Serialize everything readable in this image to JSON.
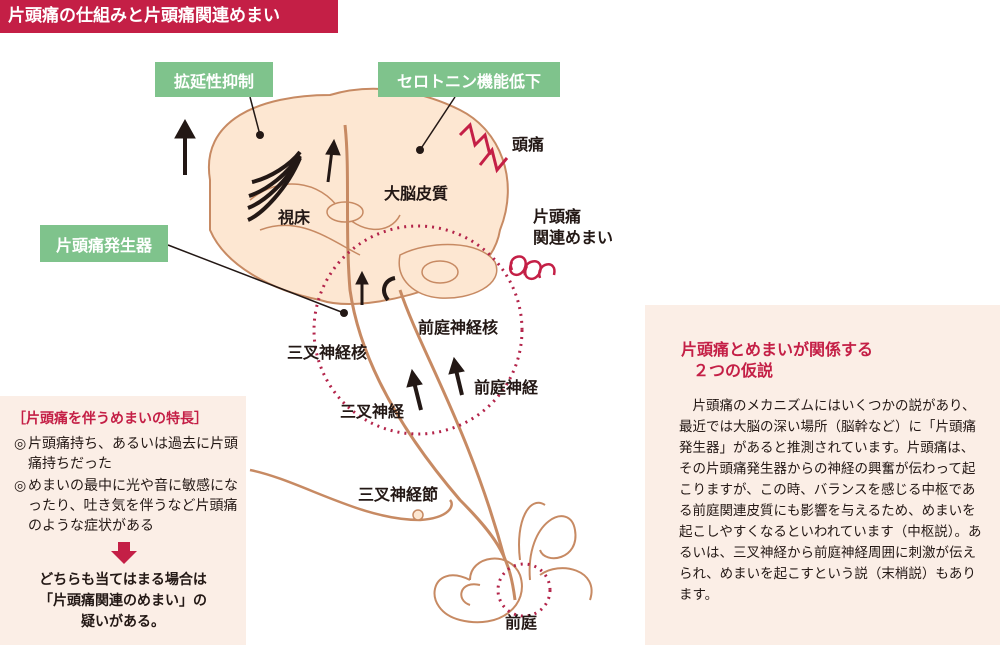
{
  "title": "片頭痛の仕組みと片頭痛関連めまい",
  "labels": {
    "dilation": "拡延性抑制",
    "serotonin": "セロトニン機能低下",
    "generator": "片頭痛発生器",
    "headache": "頭痛",
    "cortex": "大脳皮質",
    "thalamus": "視床",
    "mav_line1": "片頭痛",
    "mav_line2": "関連めまい",
    "vestibular_nucleus": "前庭神経核",
    "trigeminal_nucleus": "三叉神経核",
    "vestibular_nerve": "前庭神経",
    "trigeminal_nerve": "三叉神経",
    "trigeminal_ganglion": "三叉神経節",
    "vestibule": "前庭"
  },
  "features": {
    "header": "［片頭痛を伴うめまいの特長］",
    "items": [
      {
        "mark": "◎",
        "text": "片頭痛持ち、あるいは過去に片頭痛持ちだった"
      },
      {
        "mark": "◎",
        "text": "めまいの最中に光や音に敏感になったり、吐き気を伴うなど片頭痛のような症状がある"
      }
    ],
    "conclusion_line1": "どちらも当てはまる場合は",
    "conclusion_line2": "「片頭痛関連のめまい」の",
    "conclusion_line3": "疑いがある。"
  },
  "hypothesis": {
    "heading_line1": "片頭痛とめまいが関係する",
    "heading_line2": "２つの仮説",
    "body": "片頭痛のメカニズムにはいくつかの説があり、最近では大脳の深い場所（脳幹など）に「片頭痛発生器」があると推測されています。片頭痛は、その片頭痛発生器からの神経の興奮が伝わって起こりますが、この時、バランスを感じる中枢である前庭関連皮質にも影響を与えるため、めまいを起こしやすくなるといわれています（中枢説）。あるいは、三叉神経から前庭神経周囲に刺激が伝えられ、めまいを起こすという説（末梢説）もあります。"
  },
  "colors": {
    "accent": "#c41f46",
    "green": "#7fc38c",
    "brain_fill": "#fde7d2",
    "panel_bg": "#fbeee6"
  }
}
